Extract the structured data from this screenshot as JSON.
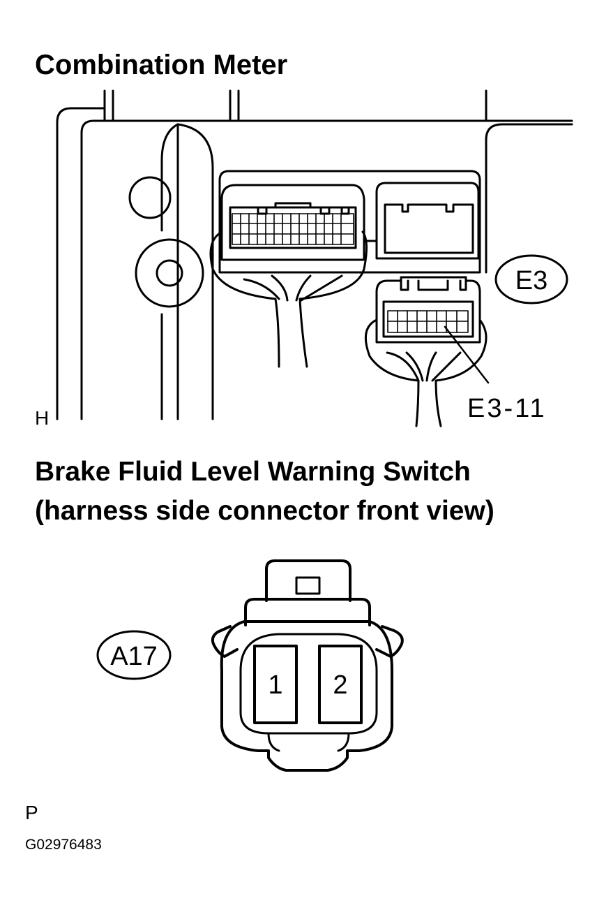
{
  "combination_meter": {
    "title": "Combination Meter",
    "view_marker": "H",
    "connector_label": "E3",
    "terminal_label": "E3-11"
  },
  "switch_section": {
    "title_line1": "Brake Fluid Level Warning Switch",
    "title_line2": "(harness side connector front view)",
    "connector_label": "A17",
    "pins": [
      "1",
      "2"
    ],
    "view_marker": "P"
  },
  "figure_id": "G02976483"
}
